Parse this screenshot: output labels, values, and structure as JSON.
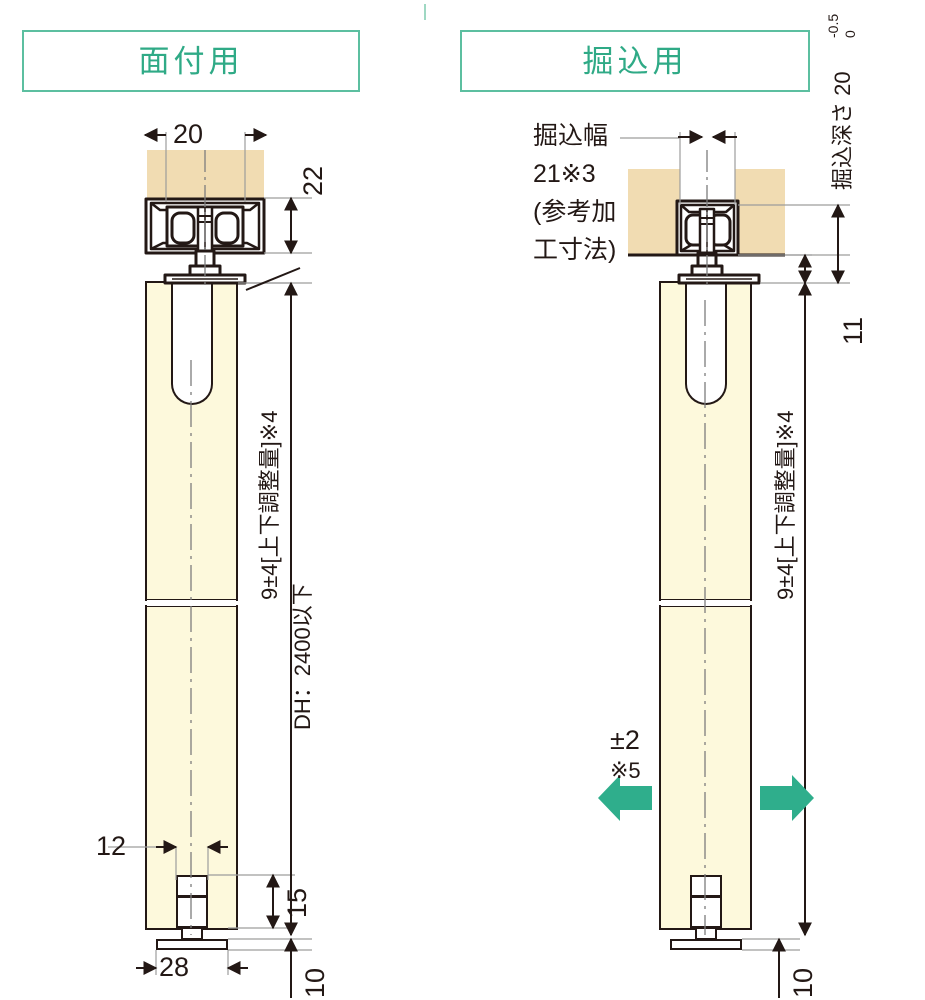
{
  "panels": [
    {
      "id": "surface-mount",
      "title": "面付用",
      "labels": {
        "top_width": "20",
        "top_height": "22",
        "adjust": "9±4[上下調整量]※4",
        "dh": "DH：2400以下",
        "guide_width": "12",
        "guide_height": "15",
        "base_width": "28",
        "floor_gap": "10"
      }
    },
    {
      "id": "recessed-mount",
      "title": "掘込用",
      "labels": {
        "groove_width_line1": "掘込幅",
        "groove_width_line2": "21※3",
        "groove_width_line3": "(参考加",
        "groove_width_line4": "工寸法)",
        "groove_depth": "掘込深さ 20",
        "groove_depth_tol_upper": "0",
        "groove_depth_tol_lower": "-0.5",
        "adjust": "9±4[上下調整量]※4",
        "dim_11": "11",
        "play": "±2",
        "play_note": "※5",
        "floor_gap": "10"
      }
    }
  ],
  "colors": {
    "accent_green": "#2faa86",
    "box_border_green": "#5cbfa0",
    "arrow_green": "#2fae8c",
    "header_tan": "#f1dcb2",
    "door_cream": "#fdf9dc",
    "line_dark": "#231815",
    "line_grey": "#9d9d9c"
  }
}
